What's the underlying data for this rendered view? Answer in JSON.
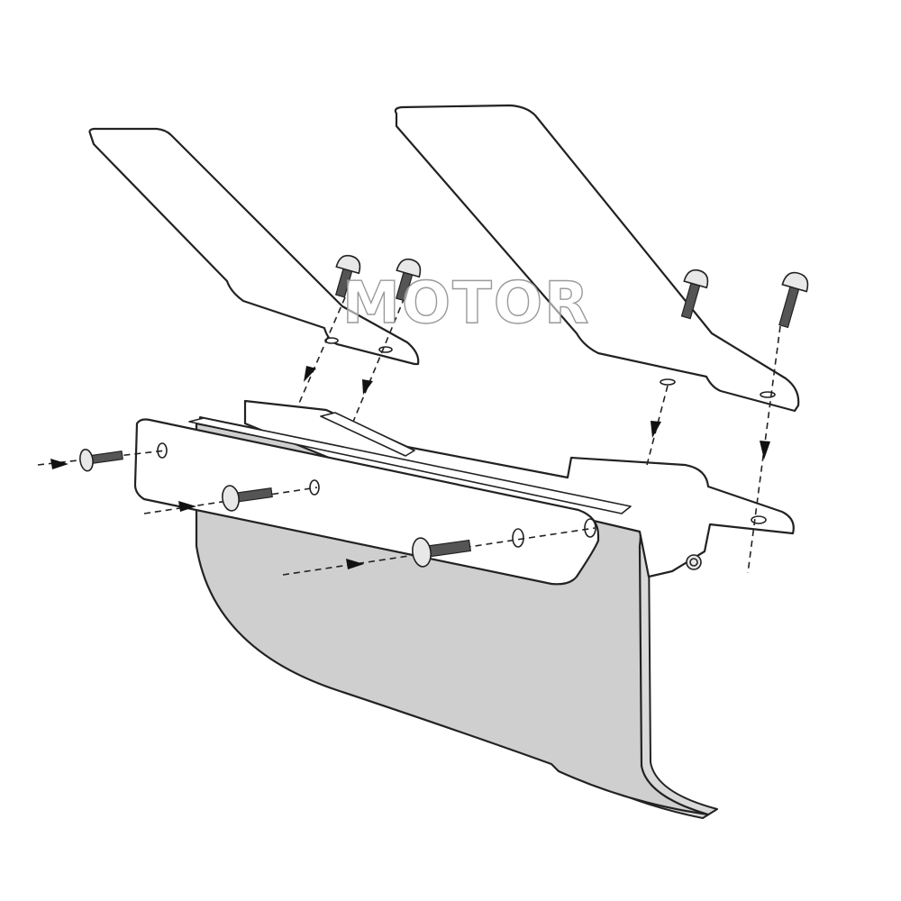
{
  "diagram": {
    "watermark_text": "MOTOR",
    "colors": {
      "line": "#222222",
      "shield_fill": "#cfcfcf",
      "background": "#ffffff"
    },
    "parts": [
      {
        "name": "left-upright-strut"
      },
      {
        "name": "right-upright-strut"
      },
      {
        "name": "front-mounting-rail"
      },
      {
        "name": "rear-mounting-bracket"
      },
      {
        "name": "side-shield-plate"
      }
    ],
    "fasteners": [
      {
        "name": "vertical-bolt",
        "count": 4
      },
      {
        "name": "horizontal-bolt",
        "count": 3
      }
    ]
  }
}
